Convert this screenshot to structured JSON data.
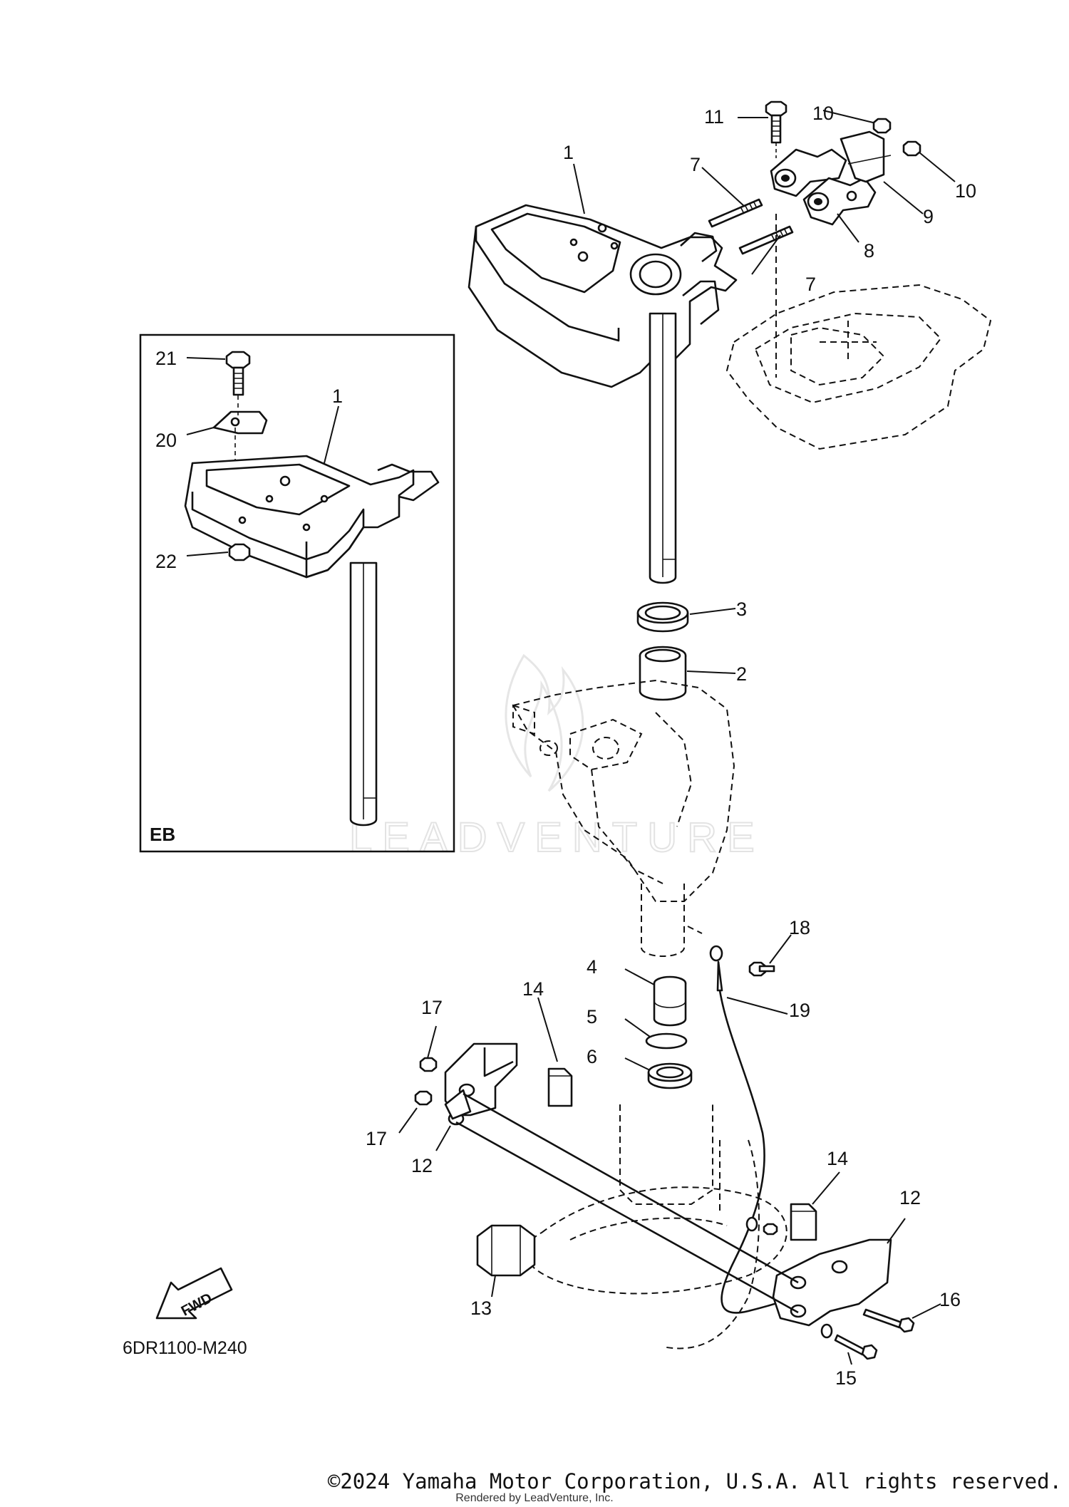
{
  "diagram": {
    "code": "6DR1100-M240",
    "inset_label": "EB",
    "fwd_label": "FWD",
    "watermark": "LEADVENTURE",
    "callouts": {
      "c1": "1",
      "c1_inset": "1",
      "c2": "2",
      "c3": "3",
      "c4": "4",
      "c5": "5",
      "c6": "6",
      "c7a": "7",
      "c7b": "7",
      "c8": "8",
      "c9": "9",
      "c10a": "10",
      "c10b": "10",
      "c11": "11",
      "c12a": "12",
      "c12b": "12",
      "c13": "13",
      "c14a": "14",
      "c14b": "14",
      "c15": "15",
      "c16": "16",
      "c17a": "17",
      "c17b": "17",
      "c18": "18",
      "c19": "19",
      "c20": "20",
      "c21": "21",
      "c22": "22"
    }
  },
  "footer": {
    "copyright": "©2024 Yamaha Motor Corporation, U.S.A. All rights reserved.",
    "rendered_by": "Rendered by LeadVenture, Inc."
  }
}
